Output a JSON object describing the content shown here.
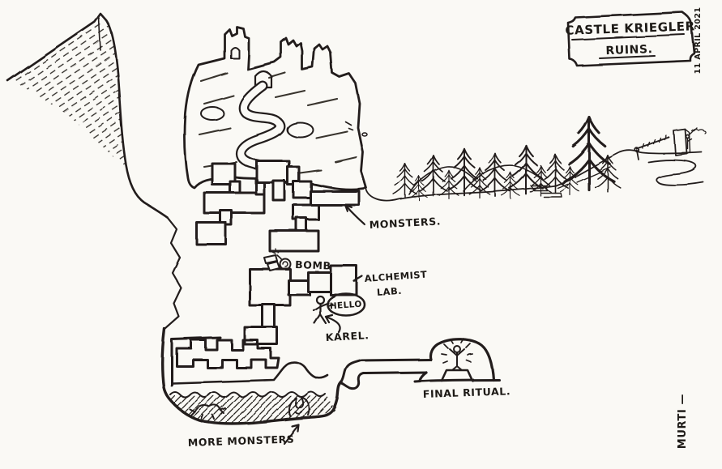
{
  "page": {
    "paper_color": "#faf9f5",
    "ink_color": "#221f1b"
  },
  "title_card": {
    "title": "CASTLE KRIEGLER",
    "subtitle": "RUINS.",
    "date_note": "11 APRIL 2021"
  },
  "labels": {
    "monsters": "MONSTERS.",
    "bomb": "BOMB",
    "alchemist_line1": "ALCHEMIST",
    "alchemist_line2": "LAB.",
    "speech_bubble": "HELLO",
    "karel": "KAREL.",
    "final_ritual": "FINAL RITUAL.",
    "more_monsters": "MORE MONSTERS"
  },
  "signature": "MURTI —"
}
